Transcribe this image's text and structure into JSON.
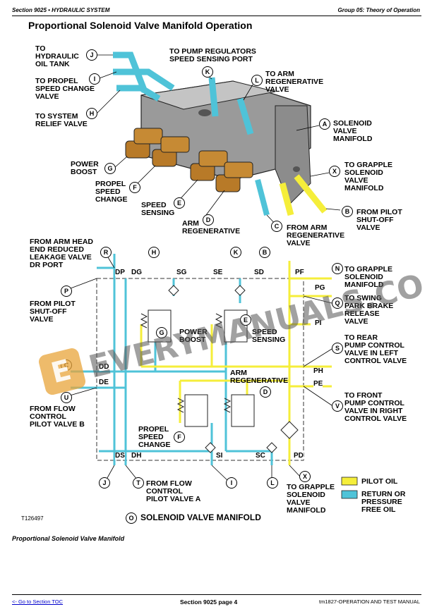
{
  "header": {
    "section": "Section 9025 • HYDRAULIC SYSTEM",
    "group": "Group 05: Theory of Operation"
  },
  "title": "Proportional Solenoid Valve Manifold Operation",
  "labels": {
    "J": "TO\nHYDRAULIC\nOIL TANK",
    "I": "TO PROPEL\nSPEED CHANGE\nVALVE",
    "H": "TO SYSTEM\nRELIEF VALVE",
    "K": "TO PUMP REGULATORS\nSPEED SENSING PORT",
    "L": "TO ARM\nREGENERATIVE\nVALVE",
    "A": "SOLENOID\nVALVE\nMANIFOLD",
    "X": "TO GRAPPLE\nSOLENOID\nVALVE\nMANIFOLD",
    "B": "FROM PILOT\nSHUT-OFF\nVALVE",
    "C": "FROM ARM\nREGENERATIVE\nVALVE",
    "G": "POWER\nBOOST",
    "F": "PROPEL\nSPEED\nCHANGE",
    "E": "SPEED\nSENSING",
    "D": "ARM\nREGENERATIVE",
    "R": "FROM ARM HEAD\nEND REDUCED\nLEAKAGE VALVE\nDR PORT",
    "P": "FROM PILOT\nSHUT-OFF\nVALVE",
    "U": "FROM FLOW\nCONTROL\nPILOT VALVE B",
    "T": "FROM FLOW\nCONTROL\nPILOT VALVE A",
    "N": "TO GRAPPLE\nSOLENOID\nMANIFOLD",
    "Q": "TO SWING\nPARK BRAKE\nRELEASE\nVALVE",
    "S": "TO REAR\nPUMP CONTROL\nVALVE IN LEFT\nCONTROL VALVE",
    "V": "TO FRONT\nPUMP CONTROL\nVALVE IN RIGHT\nCONTROL VALVE",
    "X2": "TO GRAPPLE\nSOLENOID\nVALVE\nMANIFOLD",
    "G2": "POWER\nBOOST",
    "E2": "SPEED\nSENSING",
    "D2": "ARM\nREGENERATIVE",
    "F2": "PROPEL\nSPEED\nCHANGE"
  },
  "ports": {
    "DP": "DP",
    "DG": "DG",
    "SG": "SG",
    "SE": "SE",
    "SD": "SD",
    "PF": "PF",
    "PG": "PG",
    "PI": "PI",
    "DD": "DD",
    "DE": "DE",
    "PH": "PH",
    "PE": "PE",
    "DS": "DS",
    "DH": "DH",
    "SI": "SI",
    "SC": "SC",
    "PD": "PD"
  },
  "callouts": {
    "J": "J",
    "I": "I",
    "H": "H",
    "K": "K",
    "L": "L",
    "A": "A",
    "X": "X",
    "B": "B",
    "C": "C",
    "G": "G",
    "F": "F",
    "E": "E",
    "D": "D",
    "R": "R",
    "P": "P",
    "U": "U",
    "T": "T",
    "N": "N",
    "Q": "Q",
    "S": "S",
    "V": "V",
    "O": "O",
    "Cs": "C",
    "Hs": "H",
    "Ks": "K",
    "Bs": "B",
    "Js": "J",
    "Ts": "T",
    "Is": "I",
    "Ls": "L",
    "Xs": "X",
    "Es": "E",
    "Ds": "D",
    "Fs": "F",
    "Gs": "G"
  },
  "legend": {
    "pilot": "PILOT OIL",
    "return": "RETURN OR\nPRESSURE\nFREE OIL",
    "pilot_color": "#f5ee3a",
    "return_color": "#4fc3d8"
  },
  "figure_id": "T126497",
  "manifold_caption": "SOLENOID VALVE MANIFOLD",
  "caption": "Proportional Solenoid Valve Manifold",
  "footer": {
    "link": "<- Go to Section TOC",
    "page": "Section 9025 page 4",
    "manual": "tm1827-OPERATION AND TEST MANUAL"
  },
  "watermark": "EVERYMANUALS.COM"
}
